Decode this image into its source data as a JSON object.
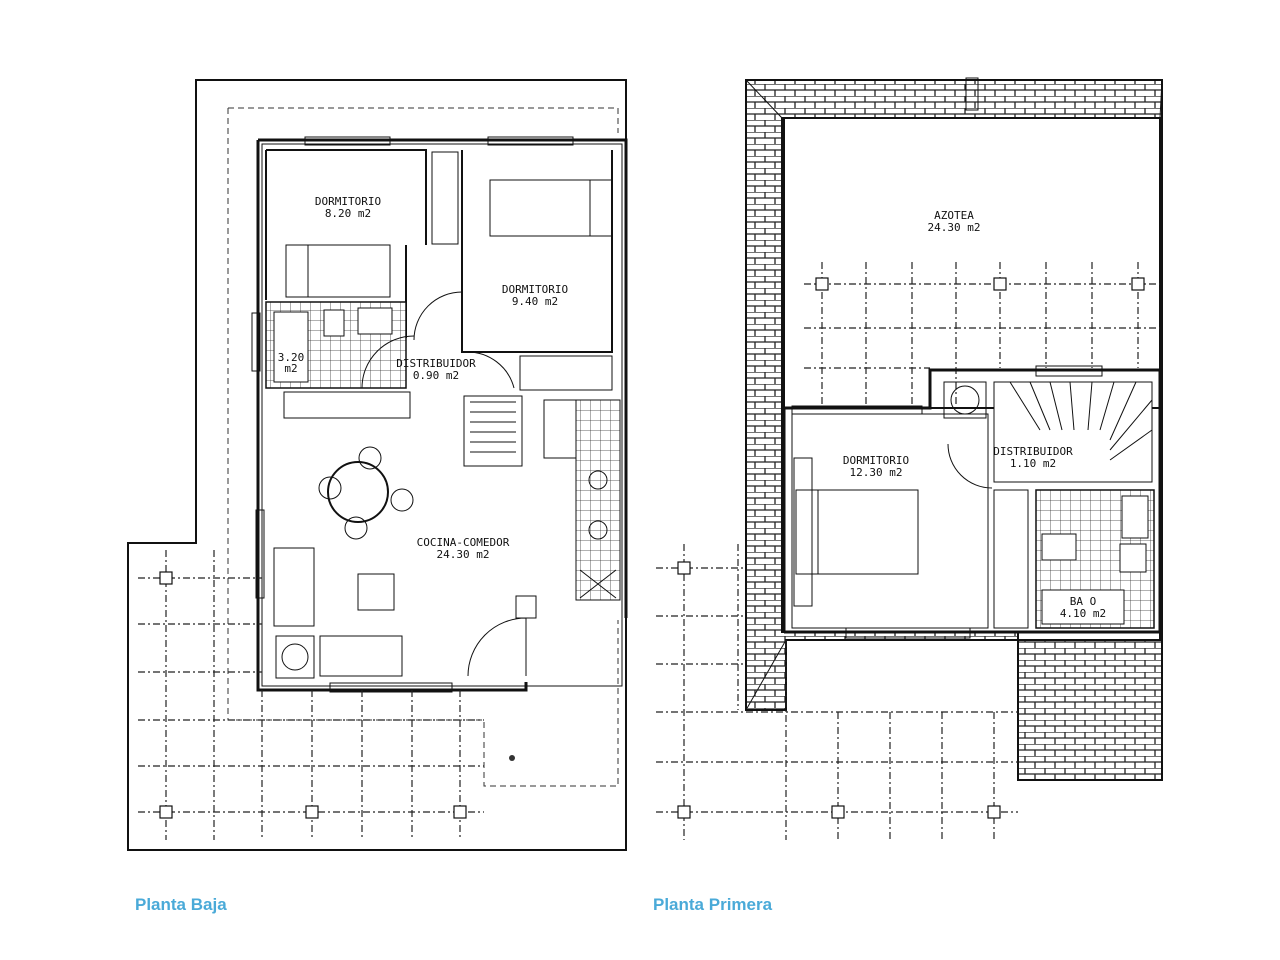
{
  "captions": {
    "ground": "Planta Baja",
    "first": "Planta Primera"
  },
  "rooms": {
    "dormitorio_1": {
      "name": "DORMITORIO",
      "area": "8.20 m2"
    },
    "dormitorio_2": {
      "name": "DORMITORIO",
      "area": "9.40 m2"
    },
    "bano_1": {
      "name": "3.20",
      "area": "m2"
    },
    "distribuidor_1": {
      "name": "DISTRIBUIDOR",
      "area": "0.90 m2"
    },
    "cocina_comedor": {
      "name": "COCINA-COMEDOR",
      "area": "24.30 m2"
    },
    "azotea": {
      "name": "AZOTEA",
      "area": "24.30 m2"
    },
    "dormitorio_3": {
      "name": "DORMITORIO",
      "area": "12.30 m2"
    },
    "distribuidor_2": {
      "name": "DISTRIBUIDOR",
      "area": "1.10 m2"
    },
    "bano_2": {
      "name": "BA O",
      "area": "4.10 m2"
    }
  },
  "colors": {
    "caption": "#4aaad8",
    "line": "#111111"
  }
}
